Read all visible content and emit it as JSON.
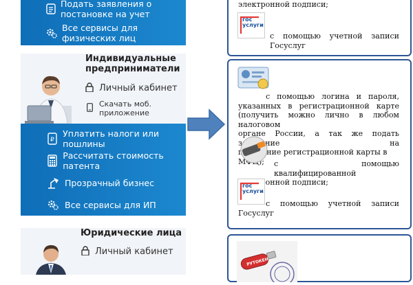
{
  "left": {
    "individuals_panel": {
      "items": [
        {
          "label": "Подать заявления о постановке на учет",
          "icon": "document-icon"
        },
        {
          "label": "Все сервисы для физических лиц",
          "icon": "gears-icon"
        }
      ]
    },
    "ip_card": {
      "title_line1": "Индивидуальные",
      "title_line2": "предприниматели",
      "cabinet": "Личный кабинет",
      "mobile_app": "Скачать моб. приложение"
    },
    "ip_panel": {
      "items": [
        {
          "label": "Уплатить налоги или пошлины",
          "icon": "ruble-phone-icon"
        },
        {
          "label": "Рассчитать стоимость патента",
          "icon": "calculator-icon"
        },
        {
          "label": "Прозрачный бизнес",
          "icon": "lamp-icon"
        },
        {
          "label": "Все сервисы для ИП",
          "icon": "gears-icon"
        }
      ]
    },
    "legal_card": {
      "title": "Юридические лица",
      "cabinet": "Личный кабинет"
    }
  },
  "right": {
    "box1": {
      "top_text": "электронной подписи;",
      "gos_text": "с помощью учетной записи Госуслуг"
    },
    "box2": {
      "login_line1": "с помощью логина и пароля,",
      "login_line2": "указанных в регистрационной карте",
      "login_line3": "(получить можно лично в любом налоговом",
      "login_line4": "органе России, а так же подать заявление на",
      "login_line5": "получение регистрационной карты в МФЦ);",
      "ecp_line1": "с помощью квалифицированной",
      "ecp_line2": "электронной подписи;",
      "gos_line1": "с помощью учетной записи",
      "gos_line2": "Госуслуг"
    },
    "box3": {
      "token_text": "РУТОКЕН"
    },
    "gos_logo_line1": "гос",
    "gos_logo_line2": "услуги"
  },
  "colors": {
    "panel_blue": "#1478c0",
    "card_bg": "#f1f4f8",
    "box_border": "#2c5595",
    "arrow": "#4f81bd",
    "gos_red": "#e53935",
    "gos_blue": "#1a4f9c"
  }
}
